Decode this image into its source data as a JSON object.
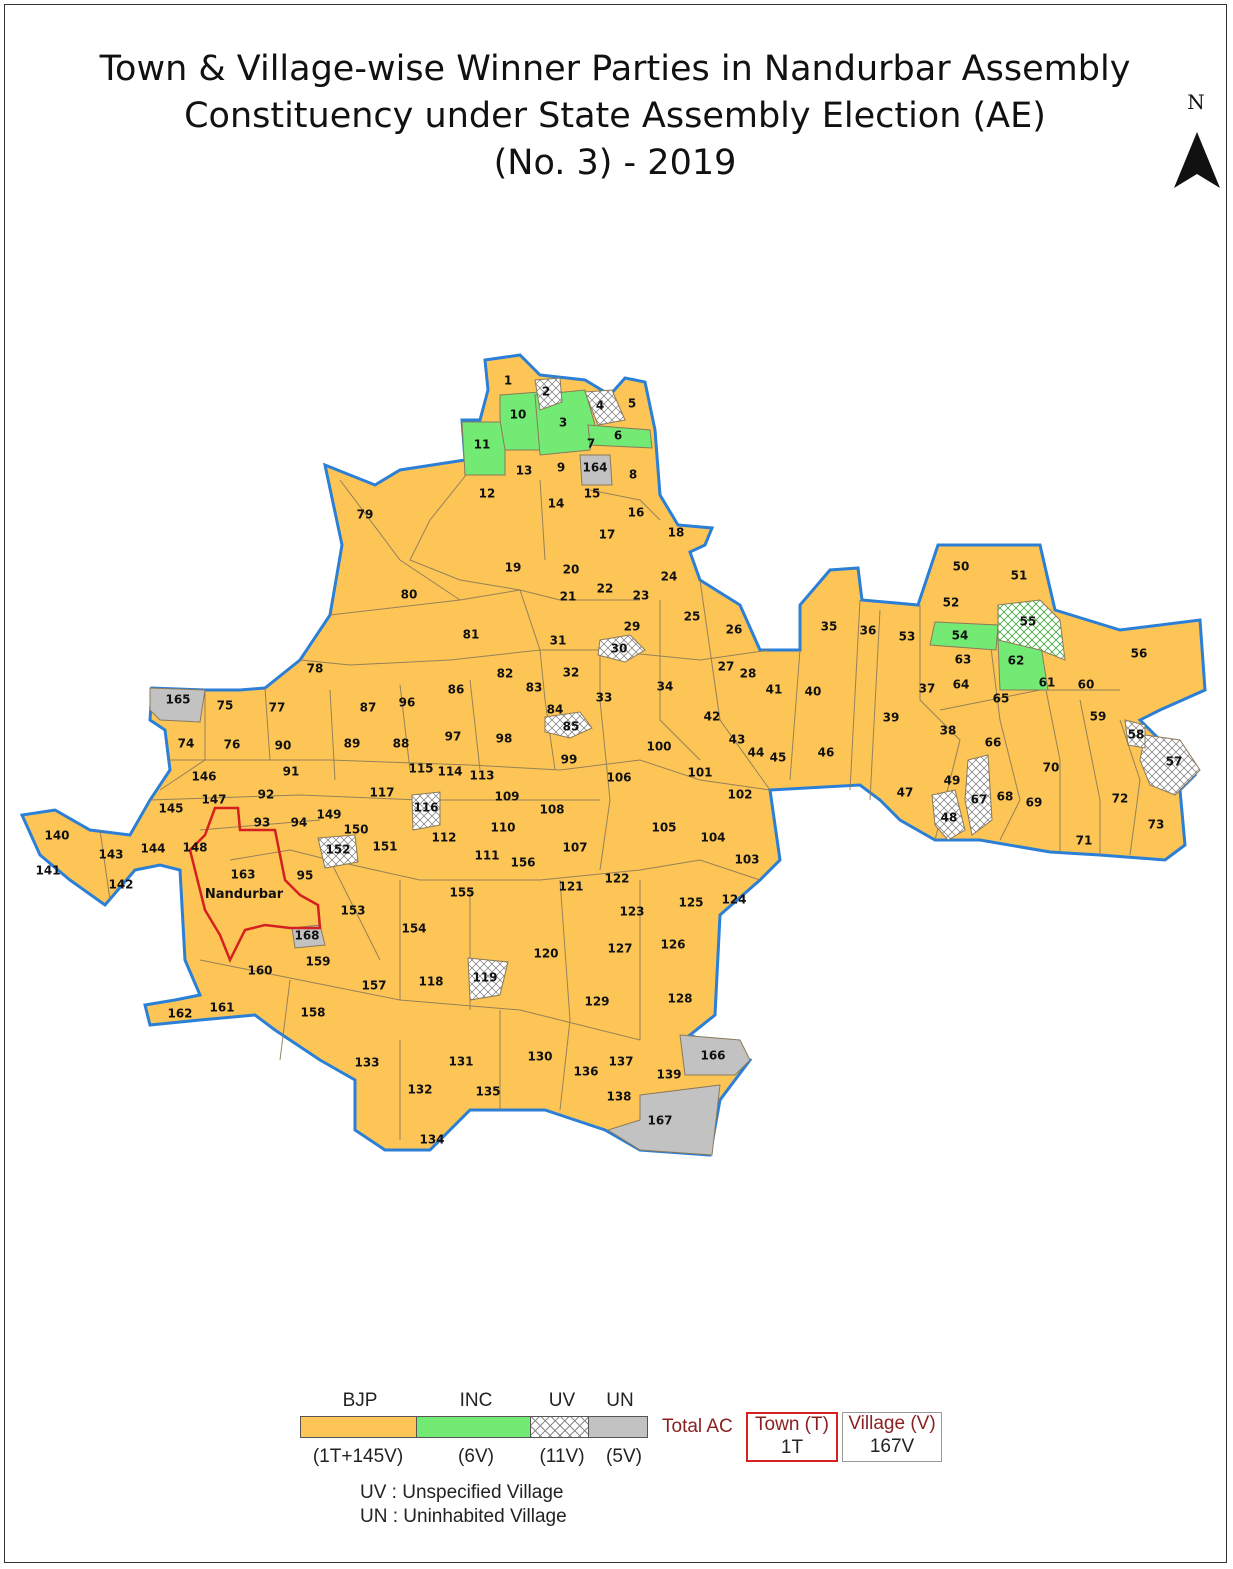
{
  "title": {
    "line1": "Town & Village-wise Winner Parties in Nandurbar Assembly",
    "line2": "Constituency under State Assembly Election (AE)",
    "line3": "(No. 3) - 2019"
  },
  "north_label": "N",
  "icons": {
    "north": "north-arrow-icon"
  },
  "colors": {
    "BJP": "#fcc556",
    "INC": "#73ea73",
    "UV": "hatched",
    "UN": "#c2c2c2",
    "boundary": "#2b7fd6",
    "town_boundary": "#d42020"
  },
  "town": {
    "name": "Nandurbar",
    "id": "163"
  },
  "villages": [
    {
      "id": "1",
      "p": "BJP"
    },
    {
      "id": "2",
      "p": "UV"
    },
    {
      "id": "3",
      "p": "INC"
    },
    {
      "id": "4",
      "p": "UV"
    },
    {
      "id": "5",
      "p": "BJP"
    },
    {
      "id": "6",
      "p": "INC"
    },
    {
      "id": "7",
      "p": "BJP"
    },
    {
      "id": "8",
      "p": "BJP"
    },
    {
      "id": "9",
      "p": "BJP"
    },
    {
      "id": "10",
      "p": "INC"
    },
    {
      "id": "11",
      "p": "INC"
    },
    {
      "id": "12",
      "p": "BJP"
    },
    {
      "id": "13",
      "p": "BJP"
    },
    {
      "id": "14",
      "p": "BJP"
    },
    {
      "id": "15",
      "p": "BJP"
    },
    {
      "id": "16",
      "p": "BJP"
    },
    {
      "id": "17",
      "p": "BJP"
    },
    {
      "id": "18",
      "p": "BJP"
    },
    {
      "id": "19",
      "p": "BJP"
    },
    {
      "id": "20",
      "p": "BJP"
    },
    {
      "id": "21",
      "p": "BJP"
    },
    {
      "id": "22",
      "p": "BJP"
    },
    {
      "id": "23",
      "p": "BJP"
    },
    {
      "id": "24",
      "p": "BJP"
    },
    {
      "id": "25",
      "p": "BJP"
    },
    {
      "id": "26",
      "p": "BJP"
    },
    {
      "id": "27",
      "p": "BJP"
    },
    {
      "id": "28",
      "p": "BJP"
    },
    {
      "id": "29",
      "p": "BJP"
    },
    {
      "id": "30",
      "p": "UV"
    },
    {
      "id": "31",
      "p": "BJP"
    },
    {
      "id": "32",
      "p": "BJP"
    },
    {
      "id": "33",
      "p": "BJP"
    },
    {
      "id": "34",
      "p": "BJP"
    },
    {
      "id": "35",
      "p": "BJP"
    },
    {
      "id": "36",
      "p": "BJP"
    },
    {
      "id": "37",
      "p": "BJP"
    },
    {
      "id": "38",
      "p": "BJP"
    },
    {
      "id": "39",
      "p": "BJP"
    },
    {
      "id": "40",
      "p": "BJP"
    },
    {
      "id": "41",
      "p": "BJP"
    },
    {
      "id": "42",
      "p": "BJP"
    },
    {
      "id": "43",
      "p": "BJP"
    },
    {
      "id": "44",
      "p": "BJP"
    },
    {
      "id": "45",
      "p": "BJP"
    },
    {
      "id": "46",
      "p": "BJP"
    },
    {
      "id": "47",
      "p": "BJP"
    },
    {
      "id": "48",
      "p": "UV"
    },
    {
      "id": "49",
      "p": "BJP"
    },
    {
      "id": "50",
      "p": "BJP"
    },
    {
      "id": "51",
      "p": "BJP"
    },
    {
      "id": "52",
      "p": "BJP"
    },
    {
      "id": "53",
      "p": "BJP"
    },
    {
      "id": "54",
      "p": "INC"
    },
    {
      "id": "55",
      "p": "UVINC"
    },
    {
      "id": "56",
      "p": "BJP"
    },
    {
      "id": "57",
      "p": "UV"
    },
    {
      "id": "58",
      "p": "UV"
    },
    {
      "id": "59",
      "p": "BJP"
    },
    {
      "id": "60",
      "p": "BJP"
    },
    {
      "id": "61",
      "p": "BJP"
    },
    {
      "id": "62",
      "p": "INC"
    },
    {
      "id": "63",
      "p": "BJP"
    },
    {
      "id": "64",
      "p": "BJP"
    },
    {
      "id": "65",
      "p": "BJP"
    },
    {
      "id": "66",
      "p": "BJP"
    },
    {
      "id": "67",
      "p": "UV"
    },
    {
      "id": "68",
      "p": "BJP"
    },
    {
      "id": "69",
      "p": "BJP"
    },
    {
      "id": "70",
      "p": "BJP"
    },
    {
      "id": "71",
      "p": "BJP"
    },
    {
      "id": "72",
      "p": "BJP"
    },
    {
      "id": "73",
      "p": "BJP"
    },
    {
      "id": "74",
      "p": "BJP"
    },
    {
      "id": "75",
      "p": "BJP"
    },
    {
      "id": "76",
      "p": "BJP"
    },
    {
      "id": "77",
      "p": "BJP"
    },
    {
      "id": "78",
      "p": "BJP"
    },
    {
      "id": "79",
      "p": "BJP"
    },
    {
      "id": "80",
      "p": "BJP"
    },
    {
      "id": "81",
      "p": "BJP"
    },
    {
      "id": "82",
      "p": "BJP"
    },
    {
      "id": "83",
      "p": "BJP"
    },
    {
      "id": "84",
      "p": "BJP"
    },
    {
      "id": "85",
      "p": "UV"
    },
    {
      "id": "86",
      "p": "BJP"
    },
    {
      "id": "87",
      "p": "BJP"
    },
    {
      "id": "88",
      "p": "BJP"
    },
    {
      "id": "89",
      "p": "BJP"
    },
    {
      "id": "90",
      "p": "BJP"
    },
    {
      "id": "91",
      "p": "BJP"
    },
    {
      "id": "92",
      "p": "BJP"
    },
    {
      "id": "93",
      "p": "BJP"
    },
    {
      "id": "94",
      "p": "BJP"
    },
    {
      "id": "95",
      "p": "BJP"
    },
    {
      "id": "96",
      "p": "BJP"
    },
    {
      "id": "97",
      "p": "BJP"
    },
    {
      "id": "98",
      "p": "BJP"
    },
    {
      "id": "99",
      "p": "BJP"
    },
    {
      "id": "100",
      "p": "BJP"
    },
    {
      "id": "101",
      "p": "BJP"
    },
    {
      "id": "102",
      "p": "BJP"
    },
    {
      "id": "103",
      "p": "BJP"
    },
    {
      "id": "104",
      "p": "BJP"
    },
    {
      "id": "105",
      "p": "BJP"
    },
    {
      "id": "106",
      "p": "BJP"
    },
    {
      "id": "107",
      "p": "BJP"
    },
    {
      "id": "108",
      "p": "BJP"
    },
    {
      "id": "109",
      "p": "BJP"
    },
    {
      "id": "110",
      "p": "BJP"
    },
    {
      "id": "111",
      "p": "BJP"
    },
    {
      "id": "112",
      "p": "BJP"
    },
    {
      "id": "113",
      "p": "BJP"
    },
    {
      "id": "114",
      "p": "BJP"
    },
    {
      "id": "115",
      "p": "BJP"
    },
    {
      "id": "116",
      "p": "UV"
    },
    {
      "id": "117",
      "p": "BJP"
    },
    {
      "id": "118",
      "p": "BJP"
    },
    {
      "id": "119",
      "p": "UV"
    },
    {
      "id": "120",
      "p": "BJP"
    },
    {
      "id": "121",
      "p": "BJP"
    },
    {
      "id": "122",
      "p": "BJP"
    },
    {
      "id": "123",
      "p": "BJP"
    },
    {
      "id": "124",
      "p": "BJP"
    },
    {
      "id": "125",
      "p": "BJP"
    },
    {
      "id": "126",
      "p": "BJP"
    },
    {
      "id": "127",
      "p": "BJP"
    },
    {
      "id": "128",
      "p": "BJP"
    },
    {
      "id": "129",
      "p": "BJP"
    },
    {
      "id": "130",
      "p": "BJP"
    },
    {
      "id": "131",
      "p": "BJP"
    },
    {
      "id": "132",
      "p": "BJP"
    },
    {
      "id": "133",
      "p": "BJP"
    },
    {
      "id": "134",
      "p": "BJP"
    },
    {
      "id": "135",
      "p": "BJP"
    },
    {
      "id": "136",
      "p": "BJP"
    },
    {
      "id": "137",
      "p": "BJP"
    },
    {
      "id": "138",
      "p": "BJP"
    },
    {
      "id": "139",
      "p": "BJP"
    },
    {
      "id": "140",
      "p": "BJP"
    },
    {
      "id": "141",
      "p": "BJP"
    },
    {
      "id": "142",
      "p": "BJP"
    },
    {
      "id": "143",
      "p": "BJP"
    },
    {
      "id": "144",
      "p": "BJP"
    },
    {
      "id": "145",
      "p": "BJP"
    },
    {
      "id": "146",
      "p": "BJP"
    },
    {
      "id": "147",
      "p": "BJP"
    },
    {
      "id": "148",
      "p": "BJP"
    },
    {
      "id": "149",
      "p": "BJP"
    },
    {
      "id": "150",
      "p": "BJP"
    },
    {
      "id": "151",
      "p": "BJP"
    },
    {
      "id": "152",
      "p": "UV"
    },
    {
      "id": "153",
      "p": "BJP"
    },
    {
      "id": "154",
      "p": "BJP"
    },
    {
      "id": "155",
      "p": "BJP"
    },
    {
      "id": "156",
      "p": "BJP"
    },
    {
      "id": "157",
      "p": "BJP"
    },
    {
      "id": "158",
      "p": "BJP"
    },
    {
      "id": "159",
      "p": "BJP"
    },
    {
      "id": "160",
      "p": "BJP"
    },
    {
      "id": "161",
      "p": "BJP"
    },
    {
      "id": "162",
      "p": "BJP"
    },
    {
      "id": "164",
      "p": "UN"
    },
    {
      "id": "165",
      "p": "UN"
    },
    {
      "id": "166",
      "p": "UN"
    },
    {
      "id": "167",
      "p": "UN"
    },
    {
      "id": "168",
      "p": "UN"
    }
  ],
  "legend": {
    "items": [
      {
        "label": "BJP",
        "count": "(1T+145V)"
      },
      {
        "label": "INC",
        "count": "(6V)"
      },
      {
        "label": "UV",
        "count": "(11V)"
      },
      {
        "label": "UN",
        "count": "(5V)"
      }
    ],
    "total_ac_label": "Total AC",
    "town_header": "Town (T)",
    "town_value": "1T",
    "village_header": "Village (V)",
    "village_value": "167V",
    "notes": [
      "UV : Unspecified Village",
      "UN : Uninhabited Village"
    ]
  }
}
